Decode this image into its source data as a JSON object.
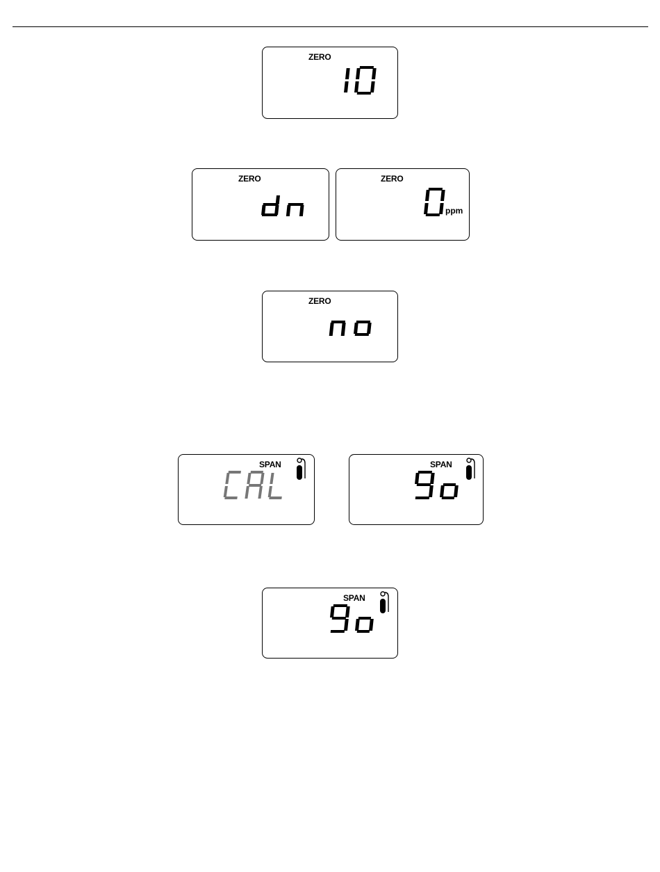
{
  "displays": [
    {
      "mode": "ZERO",
      "readout": "10"
    },
    {
      "mode": "ZERO",
      "readout": "dn"
    },
    {
      "mode": "ZERO",
      "readout": "0",
      "unit": "ppm"
    },
    {
      "mode": "ZERO",
      "readout": "no"
    },
    {
      "mode": "SPAN",
      "readout": "CAL",
      "icon": "gas-cylinder-icon"
    },
    {
      "mode": "SPAN",
      "readout": "go",
      "icon": "gas-cylinder-icon"
    },
    {
      "mode": "SPAN",
      "readout": "go",
      "icon": "gas-cylinder-icon"
    }
  ]
}
